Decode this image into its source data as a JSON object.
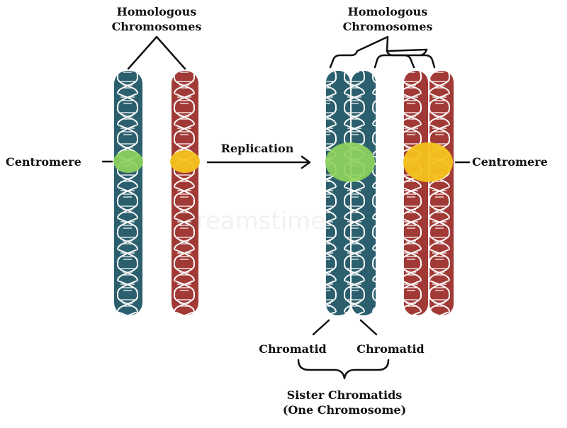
{
  "labels": {
    "left_title_line1": "Homologous",
    "left_title_line2": "Chromosomes",
    "right_title_line1": "Homologous",
    "right_title_line2": "Chromosomes",
    "centromere_left": "Centromere",
    "centromere_right": "Centromere",
    "replication": "Replication",
    "chromatid_1": "Chromatid",
    "chromatid_2": "Chromatid",
    "sister_line1": "Sister Chromatids",
    "sister_line2": "(One Chromosome)"
  },
  "watermark": "dreamstime",
  "colors": {
    "teal": "#2c5f6e",
    "red": "#a13a36",
    "green_centromere": "#8ed35c",
    "yellow_centromere": "#f6c21c",
    "helix": "#ffffff",
    "line": "#111111"
  }
}
